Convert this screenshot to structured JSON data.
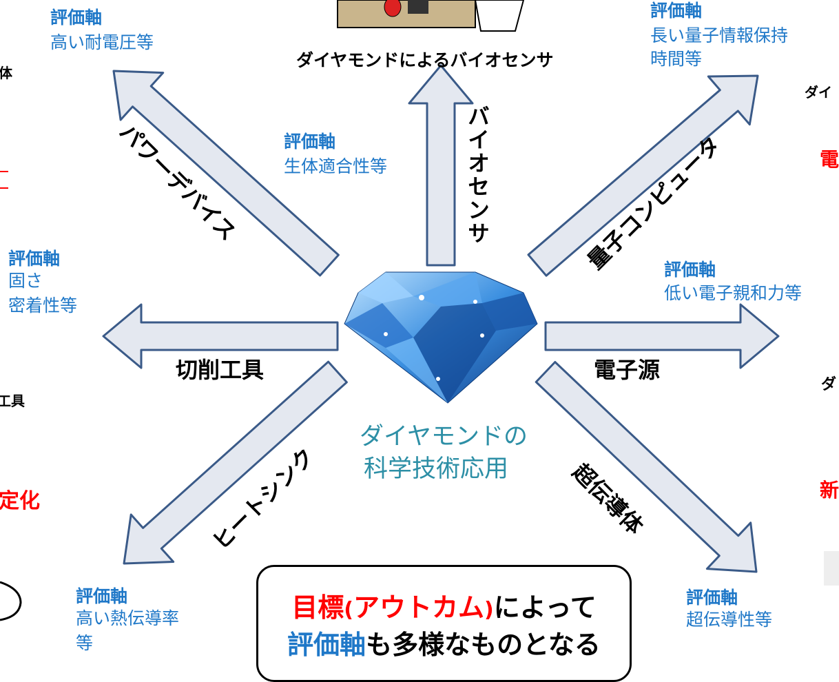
{
  "top_caption": "ダイヤモンドによるバイオセンサ",
  "center": {
    "line1": "ダイヤモンドの",
    "line2": "科学技術応用"
  },
  "applications": {
    "power": "パワーデバイス",
    "bio": "バイオセンサ",
    "quantum": "量子コンピュータ",
    "cutting": "切削工具",
    "electron": "電子源",
    "heatsink": "ヒートシンク",
    "superconductor": "超伝導体"
  },
  "axes": {
    "heading": "評価軸",
    "power_1": "高い耐電圧等",
    "bio_1": "生体適合性等",
    "quantum_1": "長い量子情報保持",
    "quantum_2": "時間等",
    "cutting_1": "固さ",
    "cutting_2": "密着性等",
    "electron_1": "低い電子親和力等",
    "heatsink_1": "高い熱伝導率",
    "heatsink_2": "等",
    "superconductor_1": "超伝導性等"
  },
  "goal": {
    "part1": "目標",
    "part2": "(",
    "part3": "アウトカム",
    "part4": ")",
    "part5": "によって",
    "part6": "評価軸",
    "part7": "も多様なものとなる"
  },
  "edge_fragments": {
    "left_1": "体",
    "left_2": "工具",
    "left_3": "定化",
    "right_1": "ダイ",
    "right_2": "電",
    "right_3": "ダ",
    "right_4": "新"
  },
  "colors": {
    "arrow_fill": "#e4e8f0",
    "arrow_stroke": "#3a5a88",
    "axis_text": "#1f78c8",
    "center_text": "#2d8fa6",
    "goal_red": "#ff0000"
  }
}
